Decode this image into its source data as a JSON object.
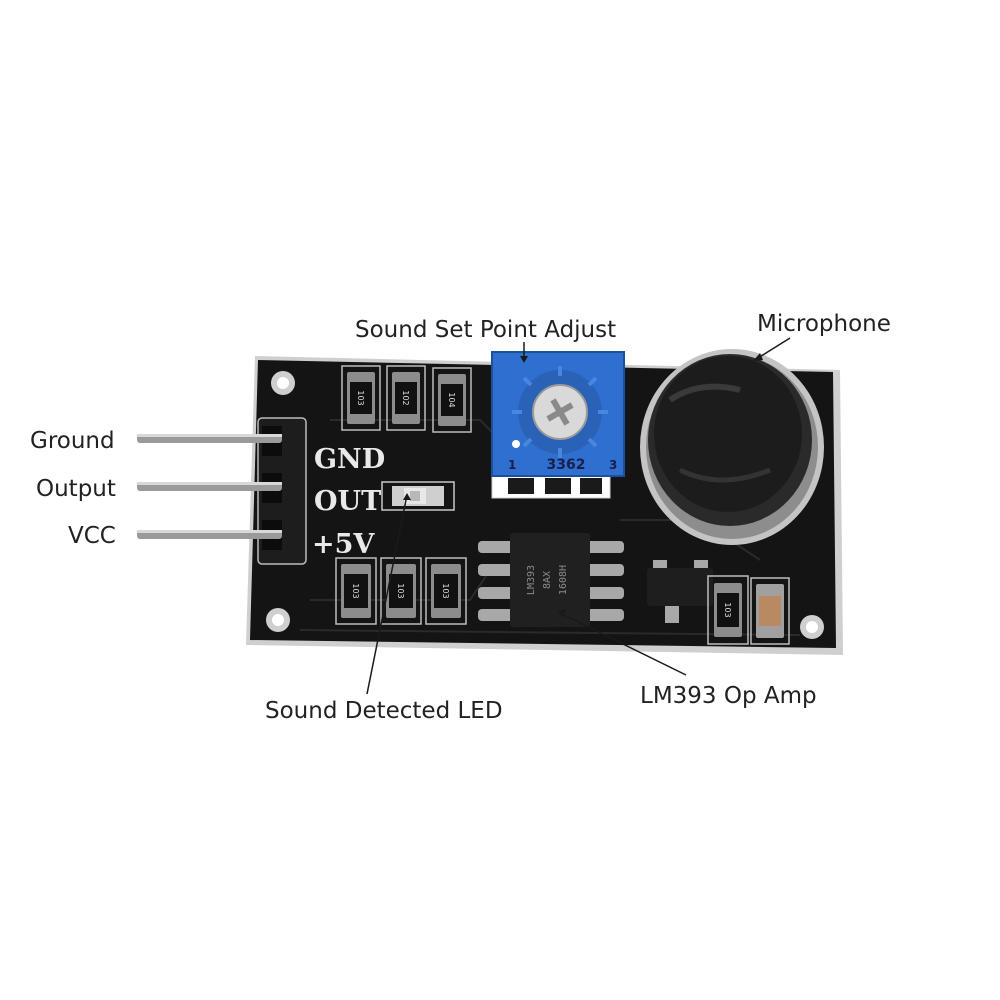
{
  "callouts": {
    "sound_set_point_adjust": "Sound Set Point Adjust",
    "microphone": "Microphone",
    "ground": "Ground",
    "output": "Output",
    "vcc": "VCC",
    "sound_detected_led": "Sound Detected LED",
    "lm393_op_amp": "LM393 Op Amp"
  },
  "silkscreen": {
    "gnd": "GND",
    "out": "OUT",
    "vplus": "+5V"
  },
  "potentiometer": {
    "model": "3362",
    "pin1": "1",
    "pin3": "3"
  },
  "resistors": {
    "top": [
      "103",
      "102",
      "104"
    ],
    "bottom": [
      "103",
      "103",
      "103"
    ],
    "right": "103"
  },
  "chip": {
    "line1": "LM393",
    "line2": "8AX",
    "line3": "1608H"
  },
  "colors": {
    "pcb": "#141414",
    "potentiometer": "#2e6fd0",
    "pins": "#9a9a9a",
    "label_text": "#222222"
  }
}
